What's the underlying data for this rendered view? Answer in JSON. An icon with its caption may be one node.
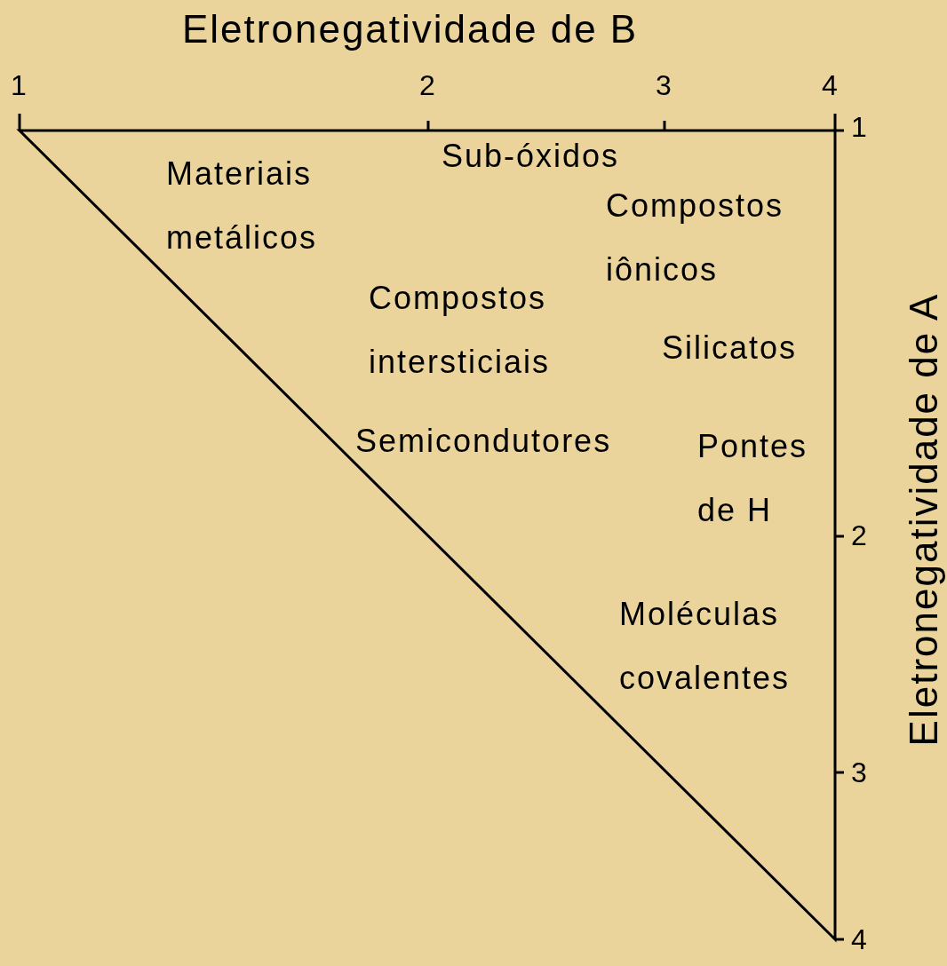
{
  "diagram": {
    "labels": [
      "Eletronegatividade de B",
      "1",
      "2",
      "3",
      "4",
      "Materiais metálicos",
      "Sub-óxidos",
      "Compostos iônicos",
      "Compostos intersticiais",
      "Silicatos",
      "Semicondutores",
      "Pontes de H",
      "Moléculas covalentes",
      "Eletronegatividade de A",
      "1",
      "2",
      "3",
      "4"
    ]
  }
}
